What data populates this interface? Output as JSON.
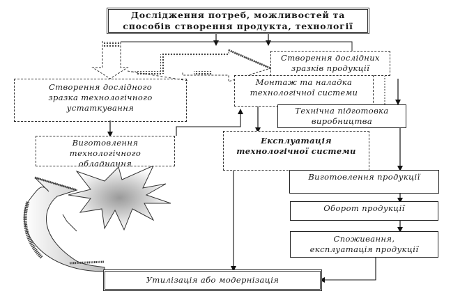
{
  "diagram": {
    "title_box": {
      "line1": "Дослідження потреб, можливостей та",
      "line2": "способів створення продукта, технології"
    },
    "boxes": {
      "prototype_products": {
        "line1": "Створення дослідних",
        "line2": "зразків продукції"
      },
      "prototype_equipment": {
        "line1": "Створення дослідного",
        "line2": "зразка технологічного",
        "line3": "устаткування"
      },
      "assembly": {
        "line1": "Монтаж та наладка",
        "line2": "технологічної системи"
      },
      "tech_preparation": {
        "line1": "Технічна підготовка",
        "line2": "виробництва"
      },
      "equipment_manufacturing": {
        "line1": "Виготовлення",
        "line2": "технологічного",
        "line3": "обладнання"
      },
      "operation_system": {
        "line1": "Експлуатація",
        "line2": "технологічної системи"
      },
      "production": {
        "line1": "Виготовлення  продукції"
      },
      "circulation": {
        "line1": "Оборот продукції"
      },
      "consumption": {
        "line1": "Споживання,",
        "line2": "експлуатація продукції"
      },
      "disposal": {
        "line1": "Утилізація або модернізація"
      }
    },
    "colors": {
      "ink": "#222222",
      "hatch": "#555555",
      "explosion_fill": "#bdbdbd"
    }
  }
}
